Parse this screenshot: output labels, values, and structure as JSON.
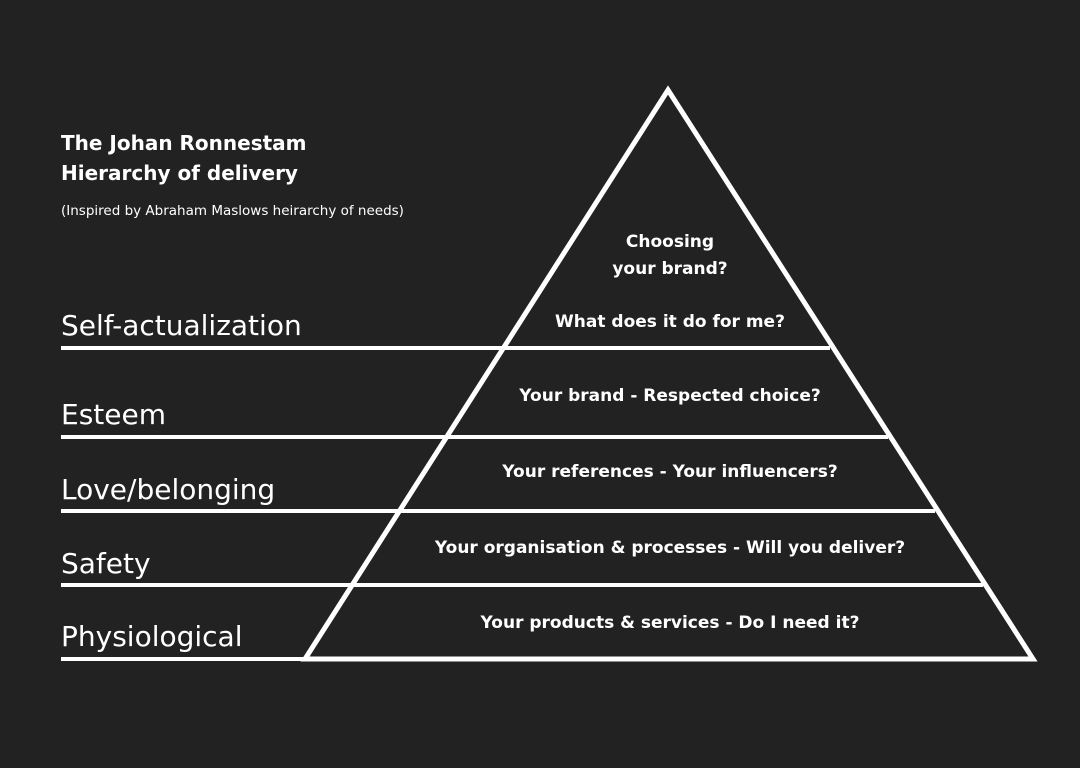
{
  "title": {
    "line1": "The Johan Ronnestam",
    "line2": "Hierarchy of delivery"
  },
  "subtitle": "(Inspired by Abraham Maslows heirarchy of needs)",
  "levels": [
    {
      "label": "Self-actualization",
      "question_lines": [
        "Choosing",
        "your brand?",
        "What does it do for me?"
      ]
    },
    {
      "label": "Esteem",
      "question": "Your brand - Respected choice?"
    },
    {
      "label": "Love/belonging",
      "question": "Your references - Your influencers?"
    },
    {
      "label": "Safety",
      "question": "Your organisation & processes - Will you deliver?"
    },
    {
      "label": "Physiological",
      "question": "Your products & services - Do I need it?"
    }
  ],
  "colors": {
    "background": "#222222",
    "foreground": "#ffffff"
  }
}
